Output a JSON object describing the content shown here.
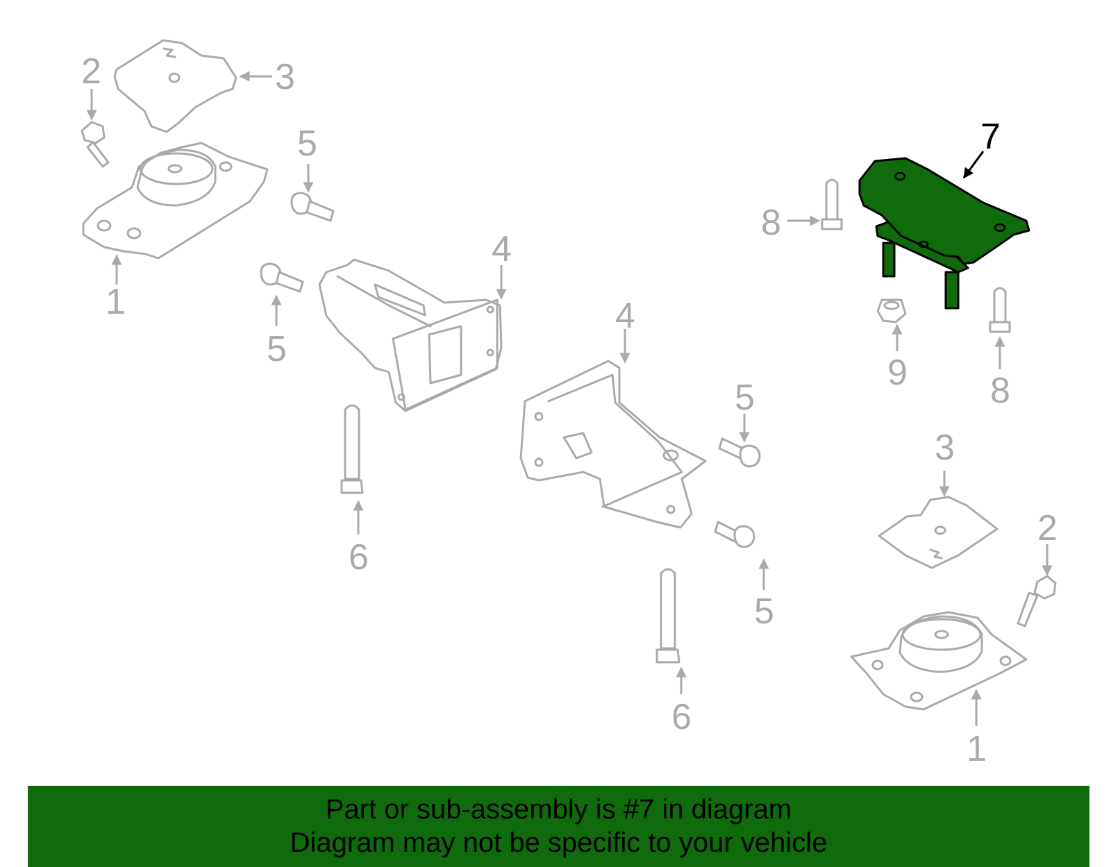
{
  "colors": {
    "highlight": "#0f6b0b",
    "part_outline": "#aaaaaa",
    "active_label": "#000000"
  },
  "highlighted_part": "7",
  "callouts": {
    "c1a": "1",
    "c1b": "1",
    "c2a": "2",
    "c2b": "2",
    "c3a": "3",
    "c3b": "3",
    "c4a": "4",
    "c4b": "4",
    "c5a": "5",
    "c5b": "5",
    "c5c": "5",
    "c5d": "5",
    "c6a": "6",
    "c6b": "6",
    "c7": "7",
    "c8a": "8",
    "c8b": "8",
    "c9": "9"
  },
  "banner": {
    "line1": "Part or sub-assembly is #7 in diagram",
    "line2": "Diagram may not be specific to your vehicle"
  }
}
